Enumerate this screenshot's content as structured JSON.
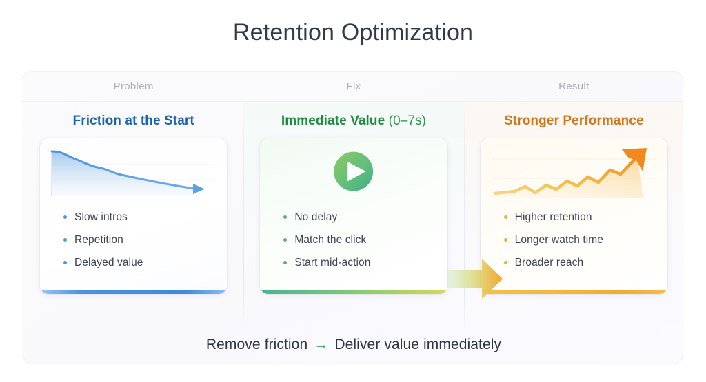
{
  "title": "Retention Optimization",
  "headers": [
    {
      "label": "Problem"
    },
    {
      "label": "Fix"
    },
    {
      "label": "Result"
    }
  ],
  "columns": [
    {
      "title": "Friction at the Start",
      "title_suffix": "",
      "accent_color": "#4a93dd",
      "bullet_color": "#4a93dd",
      "viz": "declining-line-chart-icon",
      "bullets": [
        {
          "label": "Slow intros"
        },
        {
          "label": "Repetition"
        },
        {
          "label": "Delayed value"
        }
      ]
    },
    {
      "title": "Immediate Value",
      "title_suffix": " (0–7s)",
      "accent_color": "#6dc383",
      "bullet_color": "#5fae6a",
      "viz": "play-button-icon",
      "bullets": [
        {
          "label": "No delay"
        },
        {
          "label": "Match the click"
        },
        {
          "label": "Start mid-action"
        }
      ]
    },
    {
      "title": "Stronger Performance",
      "title_suffix": "",
      "accent_color": "#f2ab2f",
      "bullet_color": "#e9ae42",
      "viz": "rising-arrow-chart-icon",
      "bullets": [
        {
          "label": "Higher retention"
        },
        {
          "label": "Longer watch time"
        },
        {
          "label": "Broader reach"
        }
      ]
    }
  ],
  "connector": {
    "name": "green-to-orange-arrow-icon",
    "from_color": "#b9dfa8",
    "to_color": "#f4a72a"
  },
  "footer": {
    "left_text": "Remove friction",
    "arrow": "→",
    "right_text": "Deliver value immediately",
    "arrow_color": "#34a763"
  }
}
